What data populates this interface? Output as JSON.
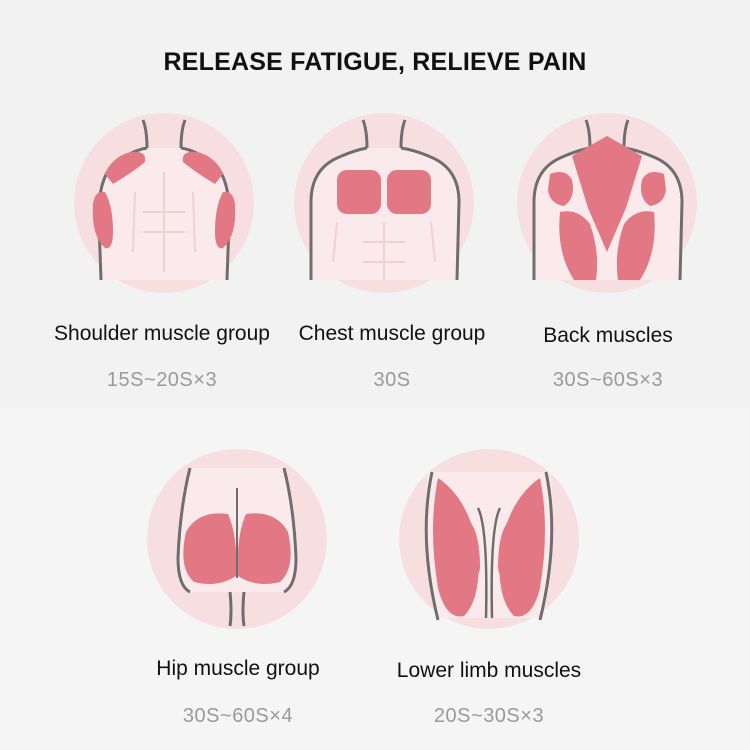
{
  "title": "RELEASE FATIGUE, RELIEVE PAIN",
  "colors": {
    "muscle": "#e27883",
    "circle": "#f7dfe1",
    "outline": "#6e6e6e",
    "body": "#fbeaec"
  },
  "groups": [
    {
      "name": "Shoulder muscle group",
      "duration": "15S~20S×3",
      "icon": "shoulder-muscle-icon"
    },
    {
      "name": "Chest muscle group",
      "duration": "30S",
      "icon": "chest-muscle-icon"
    },
    {
      "name": "Back muscles",
      "duration": "30S~60S×3",
      "icon": "back-muscle-icon"
    },
    {
      "name": "Hip muscle group",
      "duration": "30S~60S×4",
      "icon": "hip-muscle-icon"
    },
    {
      "name": "Lower limb muscles",
      "duration": "20S~30S×3",
      "icon": "lower-limb-muscle-icon"
    }
  ]
}
